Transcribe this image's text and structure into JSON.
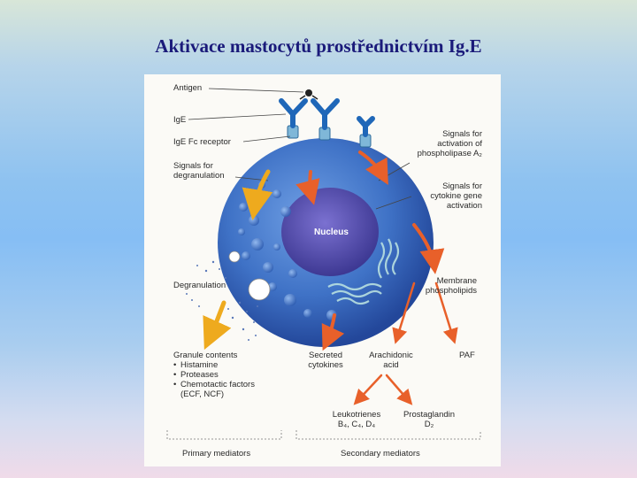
{
  "slide": {
    "title": "Aktivace mastocytů prostřednictvím Ig.E"
  },
  "diagram": {
    "labels": {
      "antigen": "Antigen",
      "ige": "IgE",
      "ige_fc_receptor": "IgE Fc receptor",
      "signals_degranulation": "Signals for\ndegranulation",
      "signals_pla2": "Signals for\nactivation of\nphospholipase A₂",
      "signals_cytokine": "Signals for\ncytokine gene\nactivation",
      "nucleus": "Nucleus",
      "degranulation": "Degranulation",
      "membrane_phospholipids": "Membrane\nphospholipids",
      "granule_contents": "Granule contents",
      "granule_items": [
        "Histamine",
        "Proteases",
        "Chemotactic factors"
      ],
      "granule_items_note": "(ECF, NCF)",
      "secreted_cytokines": "Secreted\ncytokines",
      "arachidonic_acid": "Arachidonic\nacid",
      "paf": "PAF",
      "leukotrienes": "Leukotrienes\nB₄, C₄, D₄",
      "prostaglandin": "Prostaglandin\nD₂",
      "primary_mediators": "Primary mediators",
      "secondary_mediators": "Secondary mediators"
    },
    "colors": {
      "cell": "#3f72c6",
      "nucleus": "#5a4fae",
      "antibody": "#1f67b8",
      "arrow_orange": "#e8602a",
      "arrow_yellow": "#eeaa1e",
      "leader_line": "#444444"
    }
  }
}
